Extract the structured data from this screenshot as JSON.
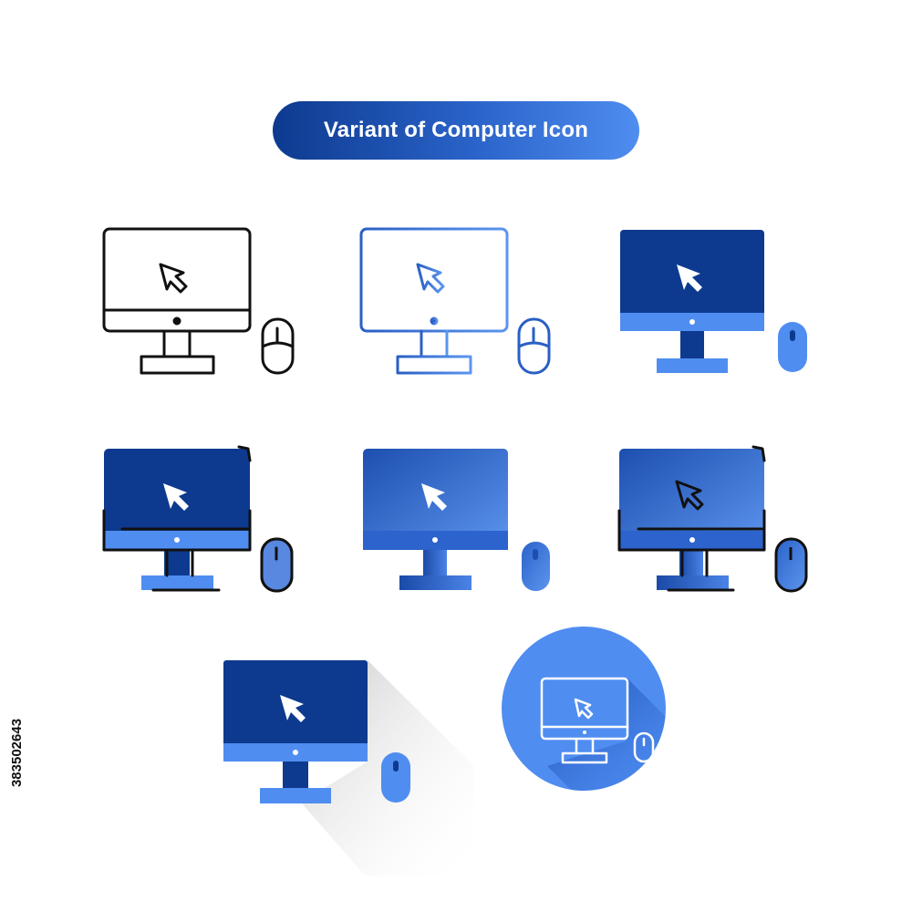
{
  "title": "Variant of Computer Icon",
  "stock_id": "383502643",
  "colors": {
    "dark_blue": "#0d3a8f",
    "mid_blue": "#2a63c9",
    "light_blue": "#4f8df0",
    "black": "#111111",
    "white": "#ffffff"
  },
  "icons": [
    {
      "style": "line-black",
      "icon": "computer-icon"
    },
    {
      "style": "line-gradient",
      "icon": "computer-icon"
    },
    {
      "style": "flat",
      "icon": "computer-icon"
    },
    {
      "style": "filled-outline",
      "icon": "computer-icon"
    },
    {
      "style": "gradient",
      "icon": "computer-icon"
    },
    {
      "style": "gradient-outline",
      "icon": "computer-icon"
    },
    {
      "style": "flat-long-shadow",
      "icon": "computer-icon"
    },
    {
      "style": "circle-badge",
      "icon": "computer-icon"
    }
  ]
}
